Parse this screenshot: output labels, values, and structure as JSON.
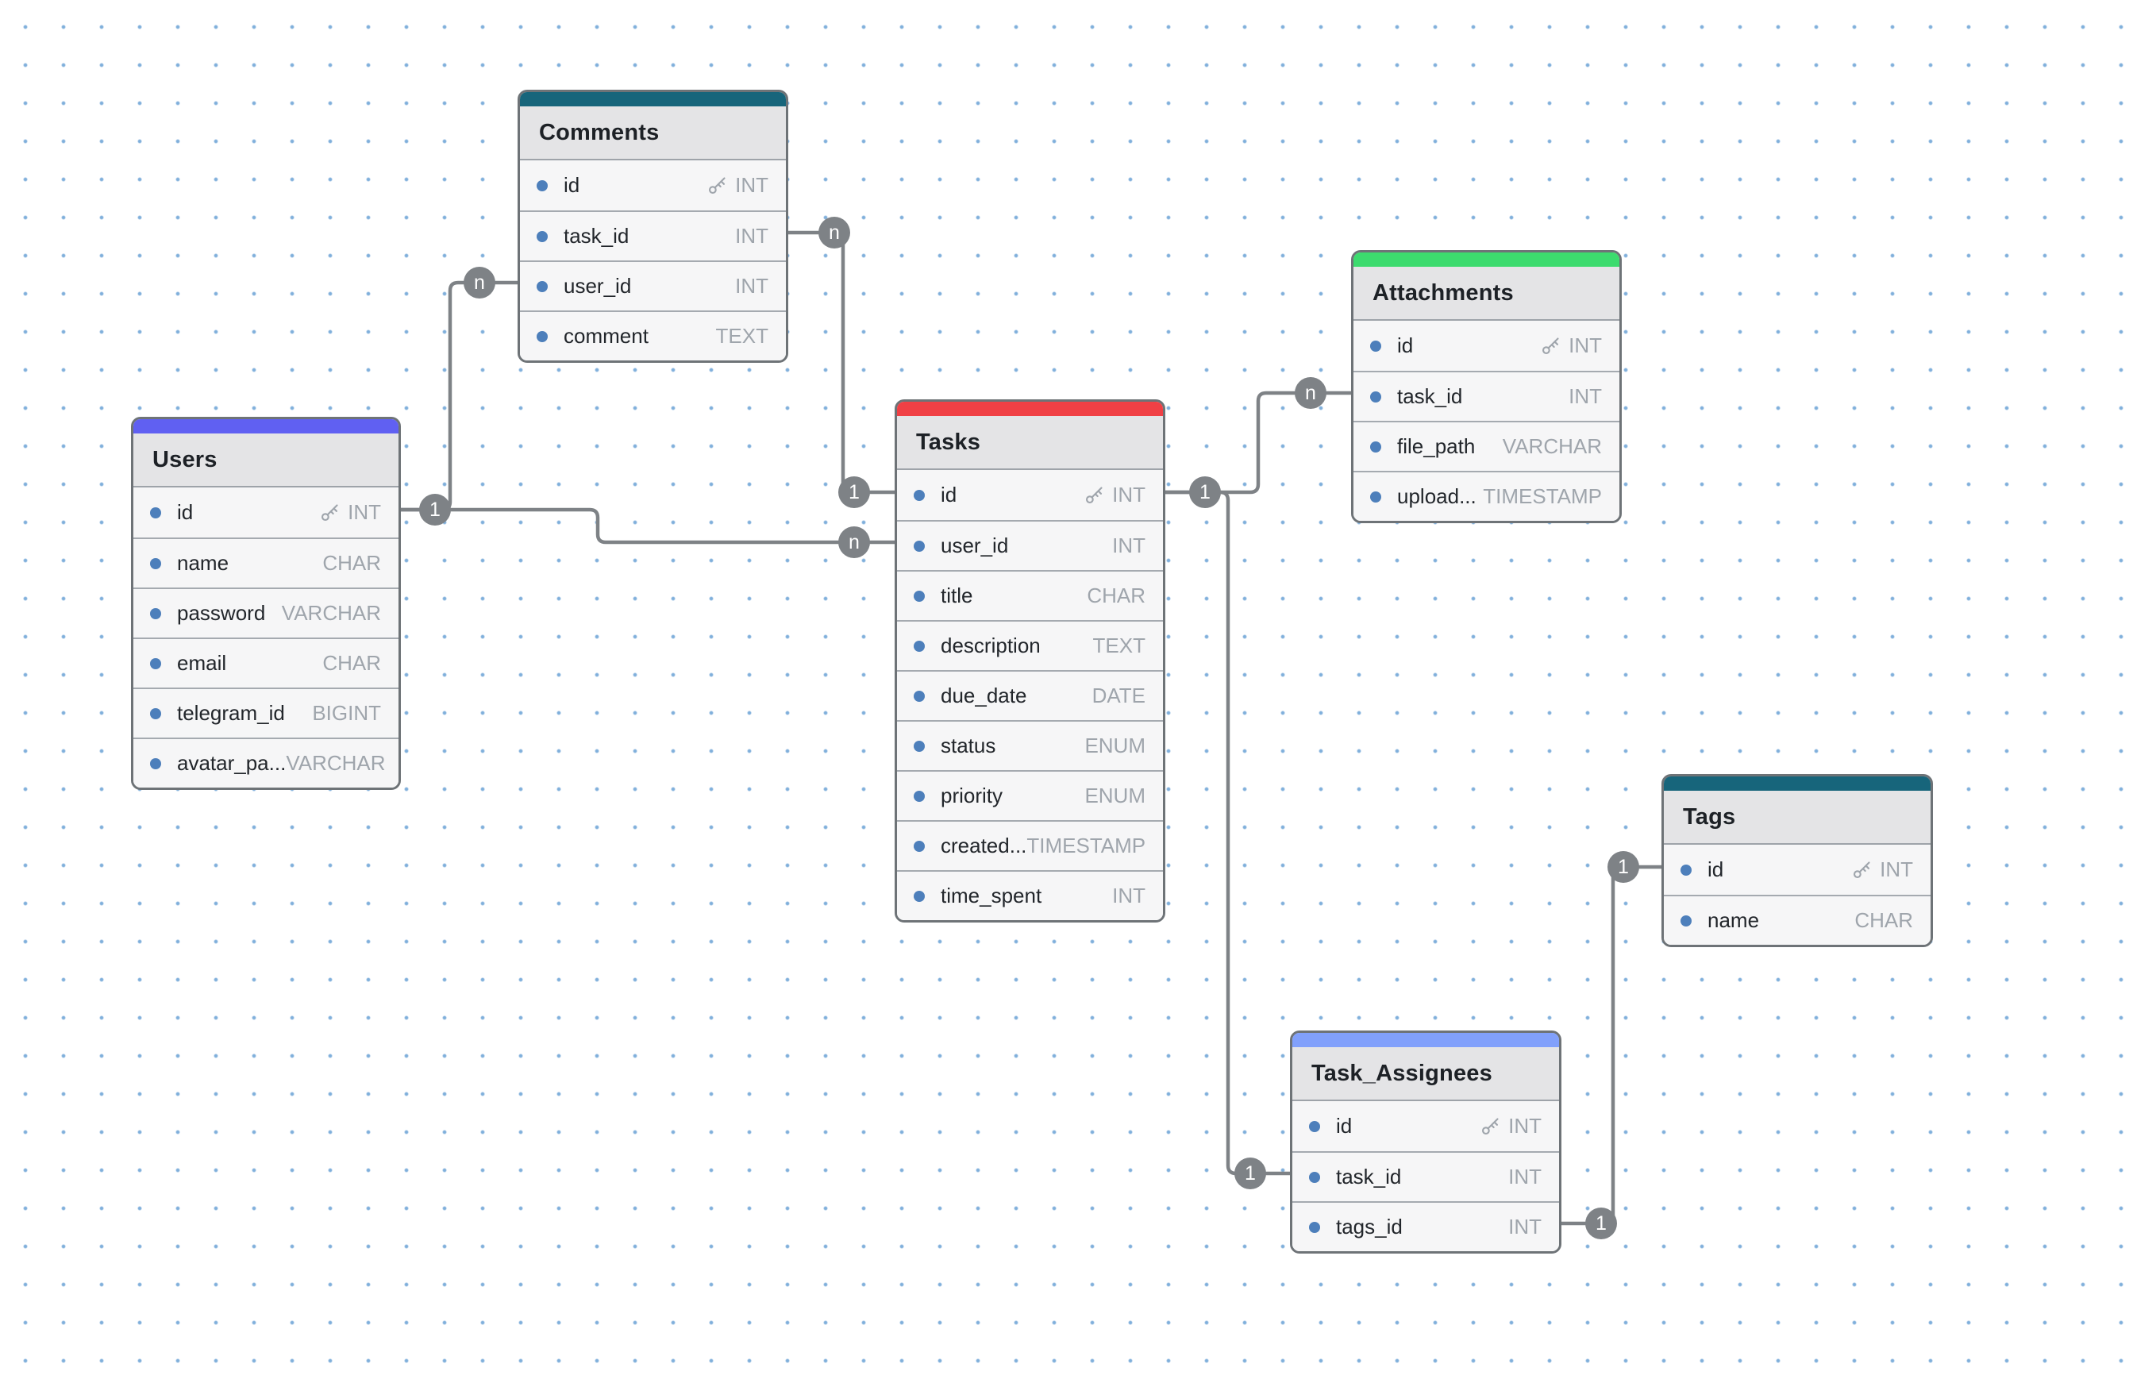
{
  "diagram": {
    "app": "database-er-diagram",
    "colors": {
      "canvas_bg": "#ffffff",
      "grid_dot": "#7fafdb",
      "table_border": "#6e7377",
      "header_bg": "#e4e4e6",
      "row_bg": "#f6f6f7",
      "row_divider": "#a5aab0",
      "field_dot": "#4d7fbb",
      "field_name_text": "#22262b",
      "field_type_text": "#9fa5ac",
      "title_text": "#1d2126",
      "wire": "#7e8286",
      "badge_bg": "#7e8286",
      "badge_text": "#ffffff"
    },
    "icons": {
      "primary_key": "key-icon",
      "field_marker": "dot-icon"
    },
    "tables": [
      {
        "name": "Comments",
        "accent": "#17657b",
        "fields": [
          {
            "name": "id",
            "type": "INT",
            "pk": true
          },
          {
            "name": "task_id",
            "type": "INT"
          },
          {
            "name": "user_id",
            "type": "INT"
          },
          {
            "name": "comment",
            "type": "TEXT"
          }
        ]
      },
      {
        "name": "Users",
        "accent": "#6060f2",
        "fields": [
          {
            "name": "id",
            "type": "INT",
            "pk": true
          },
          {
            "name": "name",
            "type": "CHAR"
          },
          {
            "name": "password",
            "type": "VARCHAR"
          },
          {
            "name": "email",
            "type": "CHAR"
          },
          {
            "name": "telegram_id",
            "type": "BIGINT"
          },
          {
            "name": "avatar_pa...",
            "type": "VARCHAR"
          }
        ]
      },
      {
        "name": "Tasks",
        "accent": "#f04045",
        "fields": [
          {
            "name": "id",
            "type": "INT",
            "pk": true
          },
          {
            "name": "user_id",
            "type": "INT"
          },
          {
            "name": "title",
            "type": "CHAR"
          },
          {
            "name": "description",
            "type": "TEXT"
          },
          {
            "name": "due_date",
            "type": "DATE"
          },
          {
            "name": "status",
            "type": "ENUM"
          },
          {
            "name": "priority",
            "type": "ENUM"
          },
          {
            "name": "created...",
            "type": "TIMESTAMP"
          },
          {
            "name": "time_spent",
            "type": "INT"
          }
        ]
      },
      {
        "name": "Attachments",
        "accent": "#3cdb6e",
        "fields": [
          {
            "name": "id",
            "type": "INT",
            "pk": true
          },
          {
            "name": "task_id",
            "type": "INT"
          },
          {
            "name": "file_path",
            "type": "VARCHAR"
          },
          {
            "name": "upload...",
            "type": "TIMESTAMP"
          }
        ]
      },
      {
        "name": "Tags",
        "accent": "#17657b",
        "fields": [
          {
            "name": "id",
            "type": "INT",
            "pk": true
          },
          {
            "name": "name",
            "type": "CHAR"
          }
        ]
      },
      {
        "name": "Task_Assignees",
        "accent": "#81a0fb",
        "fields": [
          {
            "name": "id",
            "type": "INT",
            "pk": true
          },
          {
            "name": "task_id",
            "type": "INT"
          },
          {
            "name": "tags_id",
            "type": "INT"
          }
        ]
      }
    ],
    "relationships": [
      {
        "from": "Comments.task_id",
        "to": "Tasks.id",
        "from_label": "n",
        "to_label": "1"
      },
      {
        "from": "Users.id",
        "to": "Comments.user_id",
        "from_label": "1",
        "to_label": "n"
      },
      {
        "from": "Users.id",
        "to": "Tasks.user_id",
        "from_label": "1",
        "to_label": "n"
      },
      {
        "from": "Tasks.id",
        "to": "Attachments.task_id",
        "from_label": "1",
        "to_label": "n"
      },
      {
        "from": "Tasks.id",
        "to": "Task_Assignees.task_id",
        "from_label": "1",
        "to_label": "1"
      },
      {
        "from": "Tags.id",
        "to": "Task_Assignees.tags_id",
        "from_label": "1",
        "to_label": "1"
      }
    ]
  }
}
